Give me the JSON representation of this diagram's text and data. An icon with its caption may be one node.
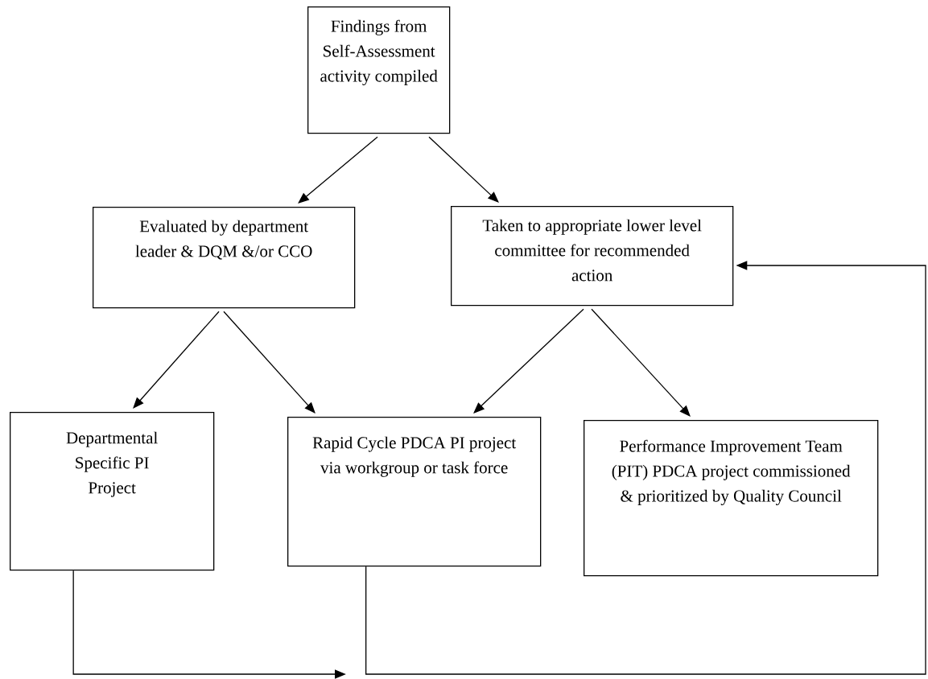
{
  "diagram": {
    "nodes": [
      {
        "text": [
          "Findings from Self-Assessment activity compiled"
        ]
      },
      {
        "text": [
          "Evaluated by department leader & DQM &/or CCO"
        ]
      },
      {
        "text": [
          "Taken to appropriate lower level committee for recommended action"
        ]
      },
      {
        "text": [
          "Departmental Specific PI Project"
        ]
      },
      {
        "text": [
          "Rapid Cycle PDCA PI project via workgroup or task force"
        ]
      },
      {
        "text": [
          "Performance Improvement Team (PIT) PDCA project commissioned & prioritized by Quality Council"
        ]
      }
    ],
    "edges": [
      {
        "from": 0,
        "to": 1,
        "arrow": "to"
      },
      {
        "from": 0,
        "to": 2,
        "arrow": "to"
      },
      {
        "from": 1,
        "to": 3,
        "arrow": "to"
      },
      {
        "from": 1,
        "to": 4,
        "arrow": "to"
      },
      {
        "from": 2,
        "to": 4,
        "arrow": "to"
      },
      {
        "from": 2,
        "to": 5,
        "arrow": "to"
      },
      {
        "from": 3,
        "to": null,
        "arrow": "to"
      },
      {
        "from": 4,
        "to": 2,
        "arrow": "to"
      }
    ]
  }
}
